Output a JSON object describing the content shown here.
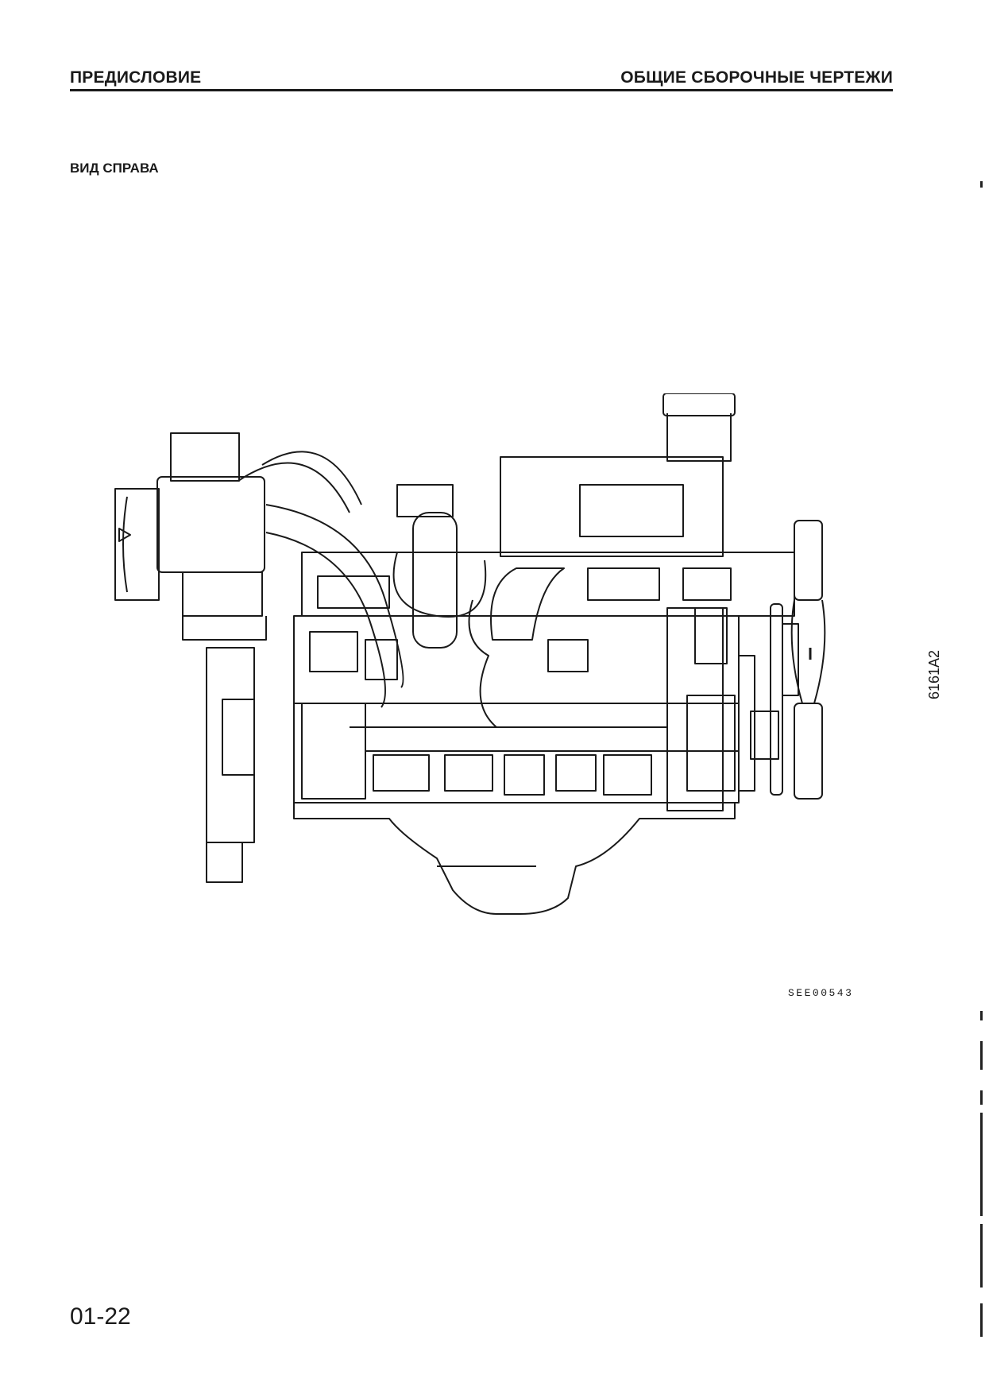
{
  "header": {
    "left": "ПРЕДИСЛОВИЕ",
    "right": "ОБЩИЕ СБОРОЧНЫЕ ЧЕРТЕЖИ"
  },
  "section_title": "ВИД СПРАВА",
  "figure": {
    "code": "SEE00543",
    "side_code": "6161A2"
  },
  "page_number": "01-22"
}
